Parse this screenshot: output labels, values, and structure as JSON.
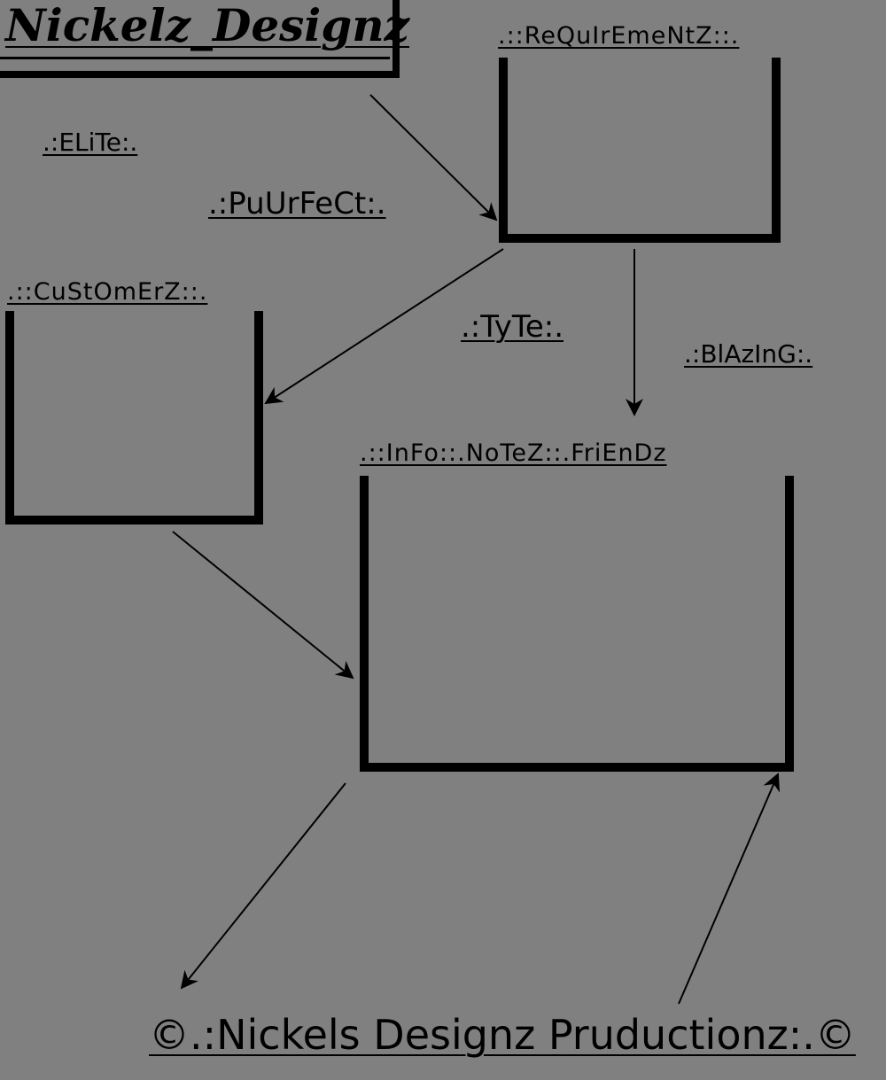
{
  "logo": {
    "title": "Nickelz_Designz"
  },
  "sections": {
    "requirements": ".::ReQuIrEmeNtZ::.",
    "customers": ".::CuStOmErZ::.",
    "info_notes_friends": ".::InFo::.NoTeZ::.FriEnDz"
  },
  "tags": {
    "elite": ".:ELiTe:.",
    "puurfect": ".:PuUrFeCt:.",
    "tyte": ".:TyTe:.",
    "blazing": ".:BlAzInG:."
  },
  "footer": {
    "text": "©.:Nickels Designz Pruductionz:.©"
  },
  "colors": {
    "background": "#808080",
    "ink": "#000000"
  }
}
